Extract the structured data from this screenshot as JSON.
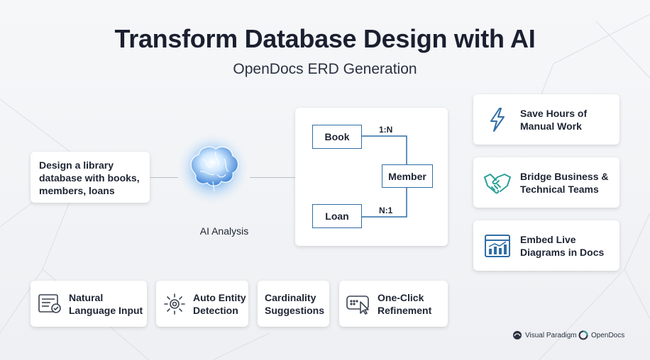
{
  "header": {
    "title": "Transform Database Design with AI",
    "subtitle": "OpenDocs ERD Generation"
  },
  "prompt": {
    "text": "Design a library database with books, members, loans"
  },
  "ai": {
    "label": "AI Analysis",
    "icon": "brain-icon"
  },
  "erd": {
    "entities": [
      "Book",
      "Member",
      "Loan"
    ],
    "cardinalities": [
      "1:N",
      "N:1"
    ],
    "line_color": "#2f6da6"
  },
  "benefits": [
    {
      "text": "Save Hours of Manual Work",
      "icon": "lightning-icon"
    },
    {
      "text": "Bridge Business & Technical Teams",
      "icon": "handshake-icon"
    },
    {
      "text": "Embed Live Diagrams in Docs",
      "icon": "chart-window-icon"
    }
  ],
  "features": [
    {
      "text": "Natural Language Input",
      "icon": "document-check-icon"
    },
    {
      "text": "Auto Entity Detection",
      "icon": "sun-gear-icon"
    },
    {
      "text": "Cardinality Suggestions",
      "icon": ""
    },
    {
      "text": "One-Click Refinement",
      "icon": "cursor-click-icon"
    }
  ],
  "brands": [
    {
      "name": "Visual Paradigm",
      "icon": "visual-paradigm-logo"
    },
    {
      "name": "OpenDocs",
      "icon": "opendocs-logo"
    }
  ],
  "colors": {
    "accent": "#2f6da6",
    "teal": "#2aa197",
    "title": "#1b2030"
  }
}
